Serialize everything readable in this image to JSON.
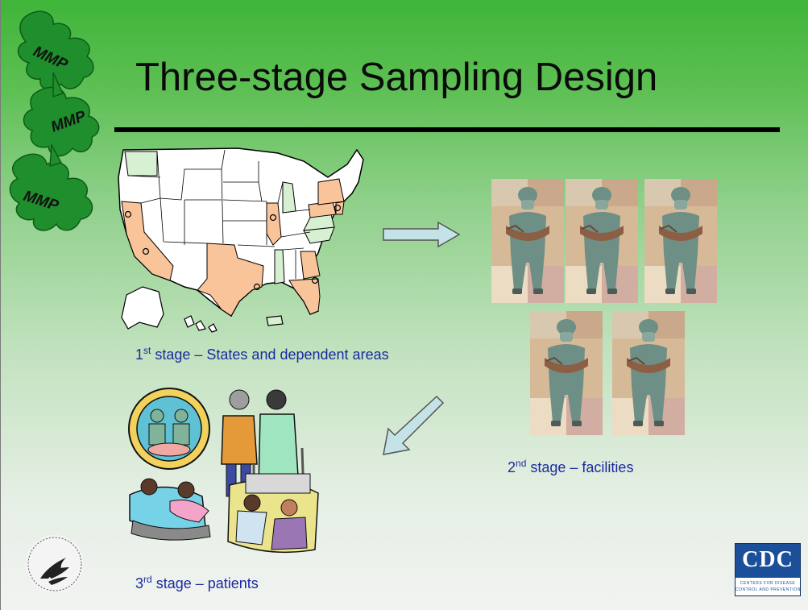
{
  "slide": {
    "title": "Three-stage Sampling Design",
    "logo": {
      "lettering": [
        "MMP",
        "MMP",
        "MMP"
      ]
    },
    "captions": {
      "stage1": {
        "ordinal": "1",
        "suffix": "st",
        "text": " stage – States and dependent areas"
      },
      "stage2": {
        "ordinal": "2",
        "suffix": "nd",
        "text": " stage – facilities"
      },
      "stage3": {
        "ordinal": "3",
        "suffix": "rd",
        "text": " stage – patients"
      }
    },
    "cdc_logo": {
      "text": "CDC",
      "subtext": [
        "CENTERS FOR DISEASE",
        "CONTROL AND PREVENTION"
      ]
    },
    "colors": {
      "caption": "#1b2aa0",
      "sampled_state": "#f9c49a",
      "other_sampled_state": "#d8f0d2",
      "arrow_fill": "#c4e3e6",
      "puzzle": "#1f8f2d"
    }
  }
}
